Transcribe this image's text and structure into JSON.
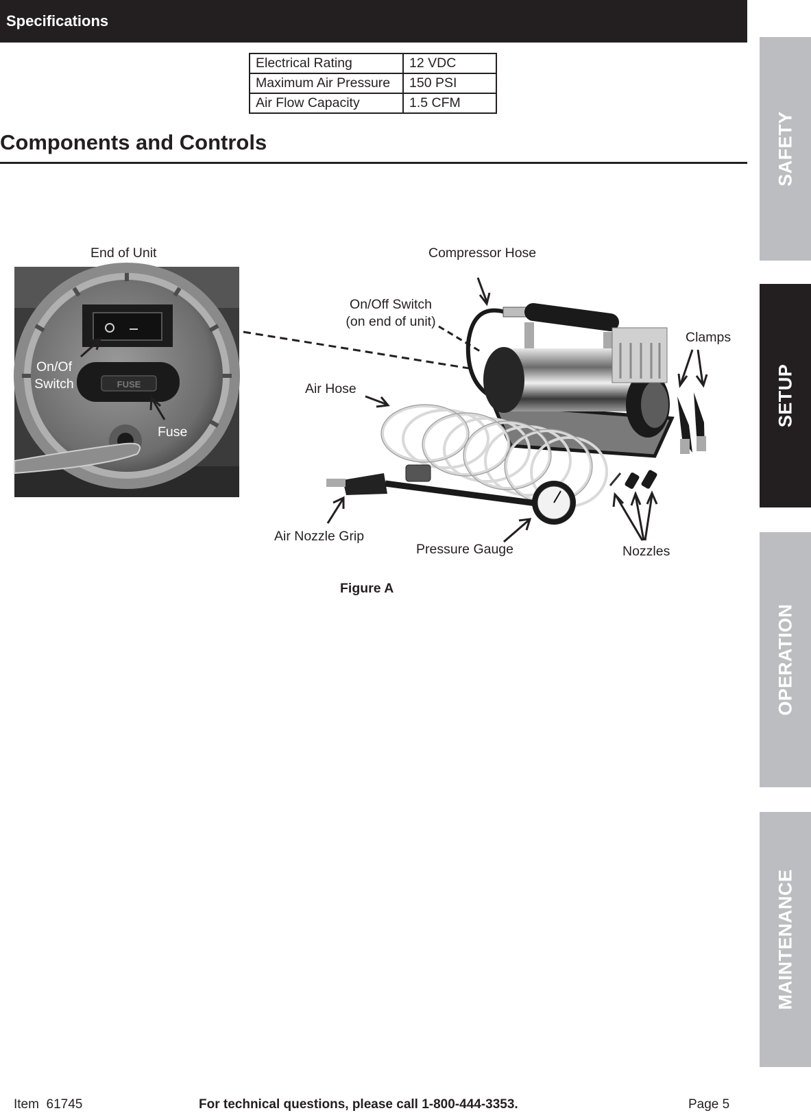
{
  "specifications": {
    "title": "Specifications",
    "rows": [
      {
        "label": "Electrical Rating",
        "value": "12 VDC"
      },
      {
        "label": "Maximum Air Pressure",
        "value": "150 PSI"
      },
      {
        "label": "Air Flow Capacity",
        "value": "1.5 CFM"
      }
    ]
  },
  "components": {
    "title": "Components and Controls",
    "labels": {
      "end_of_unit": "End of Unit",
      "on_of_switch_line1": "On/Of",
      "on_of_switch_line2": "Switch",
      "fuse": "Fuse",
      "compressor_hose": "Compressor Hose",
      "on_off_switch_line1": "On/Off Switch",
      "on_off_switch_line2": "(on end of unit)",
      "air_hose": "Air Hose",
      "clamps": "Clamps",
      "air_nozzle_grip": "Air Nozzle Grip",
      "pressure_gauge": "Pressure Gauge",
      "nozzles": "Nozzles",
      "fuse_marking": "FUSE"
    },
    "figure_caption": "Figure A"
  },
  "tabs": [
    {
      "label": "SAFETY",
      "active": false
    },
    {
      "label": "SETUP",
      "active": true
    },
    {
      "label": "OPERATION",
      "active": false
    },
    {
      "label": "MAINTENANCE",
      "active": false
    }
  ],
  "footer": {
    "item": "Item  61745",
    "technical": "For technical questions, please call 1-800-444-3353.",
    "page": "Page 5"
  }
}
